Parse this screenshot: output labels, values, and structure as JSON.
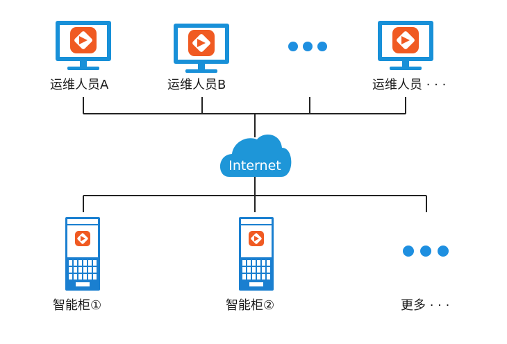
{
  "operators": [
    {
      "label": "运维人员A"
    },
    {
      "label": "运维人员B"
    },
    {
      "label": "运维人员 · · ·"
    }
  ],
  "network": {
    "label": "Internet"
  },
  "cabinets": [
    {
      "label": "智能柜①"
    },
    {
      "label": "智能柜②"
    },
    {
      "label": "更多 · · ·"
    }
  ],
  "colors": {
    "monitor_frame": "#1890d8",
    "app_icon": "#f05a22",
    "cloud": "#1e96d8",
    "line": "#222222",
    "cabinet_frame": "#1a7fd0"
  },
  "icons": {
    "monitor": "monitor-icon",
    "cloud": "cloud-icon",
    "cabinet": "smart-cabinet-icon",
    "more": "ellipsis-dots-icon"
  }
}
